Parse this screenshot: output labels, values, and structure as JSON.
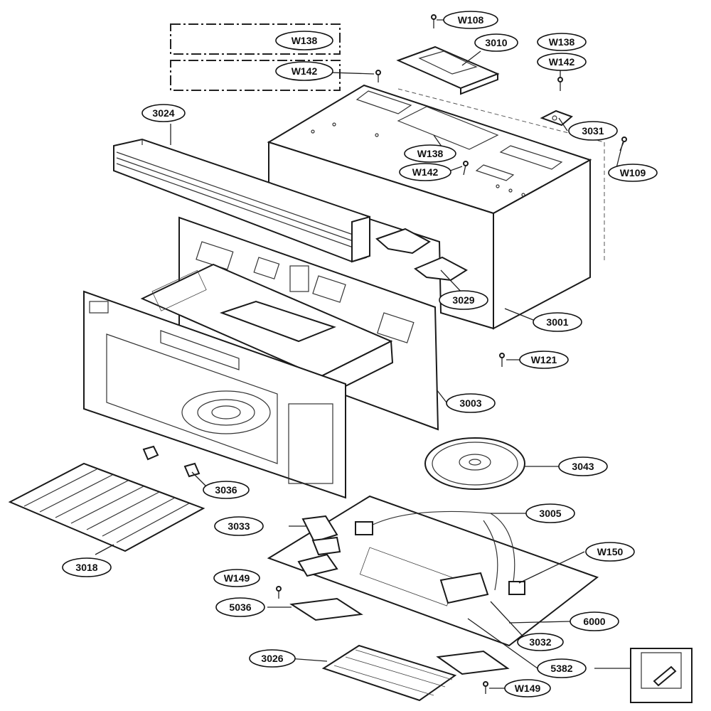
{
  "labels": {
    "w108": "W108",
    "w138_box": "W138",
    "w142_box": "W142",
    "p3010": "3010",
    "w138_right": "W138",
    "w142_right": "W142",
    "p3024": "3024",
    "p3031": "3031",
    "w138_mid": "W138",
    "w109": "W109",
    "w142_mid": "W142",
    "p3029": "3029",
    "p3001": "3001",
    "w121": "W121",
    "p3003": "3003",
    "p3043": "3043",
    "p3036": "3036",
    "p3005": "3005",
    "p3033": "3033",
    "w150": "W150",
    "p3018": "3018",
    "w149_upper": "W149",
    "p5036": "5036",
    "p6000": "6000",
    "p3032": "3032",
    "p3026": "3026",
    "p5382": "5382",
    "w149_lower": "W149"
  }
}
